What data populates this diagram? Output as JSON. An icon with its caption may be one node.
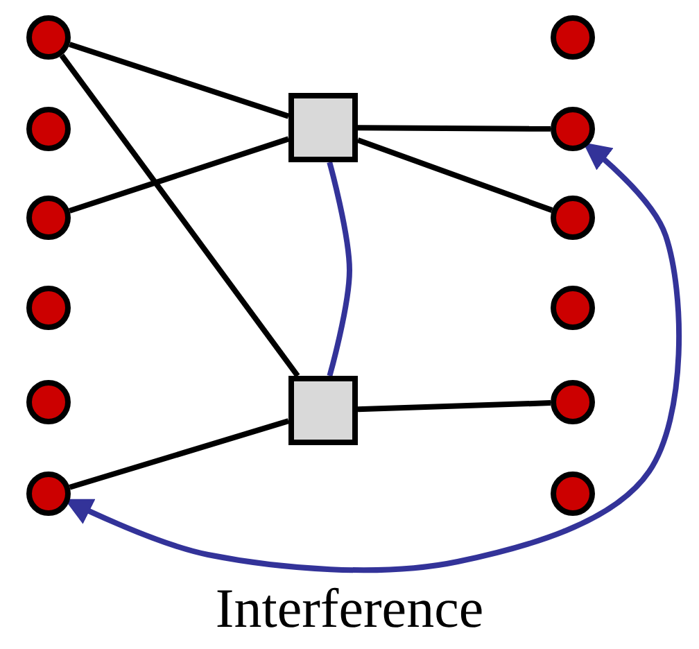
{
  "diagram": {
    "caption": "Interference",
    "nodes": [
      {
        "text": [],
        "shape": "circle"
      },
      {
        "text": [],
        "shape": "circle"
      },
      {
        "text": [],
        "shape": "circle"
      },
      {
        "text": [],
        "shape": "circle"
      },
      {
        "text": [],
        "shape": "circle"
      },
      {
        "text": [],
        "shape": "circle"
      },
      {
        "text": [],
        "shape": "box"
      },
      {
        "text": [],
        "shape": "box"
      },
      {
        "text": [],
        "shape": "circle"
      },
      {
        "text": [],
        "shape": "circle"
      },
      {
        "text": [],
        "shape": "circle"
      },
      {
        "text": [],
        "shape": "circle"
      },
      {
        "text": [],
        "shape": "circle"
      },
      {
        "text": [],
        "shape": "circle"
      }
    ],
    "edges": [
      {
        "from": 0,
        "to": 6,
        "arrow": "none"
      },
      {
        "from": 0,
        "to": 7,
        "arrow": "none"
      },
      {
        "from": 2,
        "to": 6,
        "arrow": "none"
      },
      {
        "from": 5,
        "to": 7,
        "arrow": "none"
      },
      {
        "from": 6,
        "to": 9,
        "arrow": "none"
      },
      {
        "from": 6,
        "to": 10,
        "arrow": "none"
      },
      {
        "from": 7,
        "to": 12,
        "arrow": "none"
      },
      {
        "from": 6,
        "to": 7,
        "arrow": "none",
        "color": "#333399"
      },
      {
        "from": 9,
        "to": 5,
        "arrow": "both",
        "color": "#333399"
      }
    ]
  }
}
